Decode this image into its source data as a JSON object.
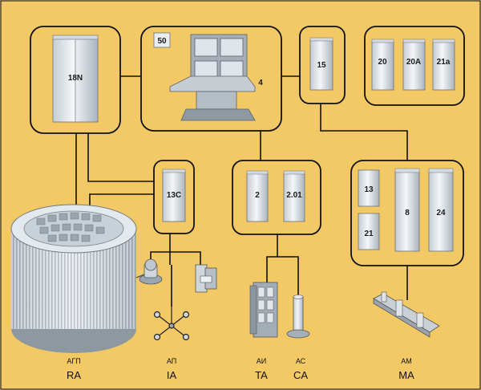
{
  "colors": {
    "background": "#f2c965",
    "frame": "#111111",
    "cabinet_light": "#eef1f3",
    "cabinet_shade": "#b9c2ca"
  },
  "top_groups": {
    "group_18n": {
      "cabinets": [
        "18N"
      ]
    },
    "control_room": {
      "console_label": "4",
      "cabinets": [
        "50"
      ]
    },
    "group_15": {
      "cabinets": [
        "15"
      ]
    },
    "group_20": {
      "cabinets": [
        "20",
        "20A",
        "21a"
      ]
    }
  },
  "mid_groups": {
    "group_13c": {
      "cabinets": [
        "13C"
      ]
    },
    "group_2": {
      "cabinets": [
        "2",
        "2.01"
      ]
    },
    "group_ma": {
      "cabinets": [
        "13",
        "21",
        "8",
        "24"
      ]
    }
  },
  "subsystems": [
    {
      "ru": "АГП",
      "code": "RA"
    },
    {
      "ru": "АП",
      "code": "IA"
    },
    {
      "ru": "АИ",
      "code": "TA"
    },
    {
      "ru": "АС",
      "code": "CA"
    },
    {
      "ru": "АМ",
      "code": "MA"
    }
  ]
}
